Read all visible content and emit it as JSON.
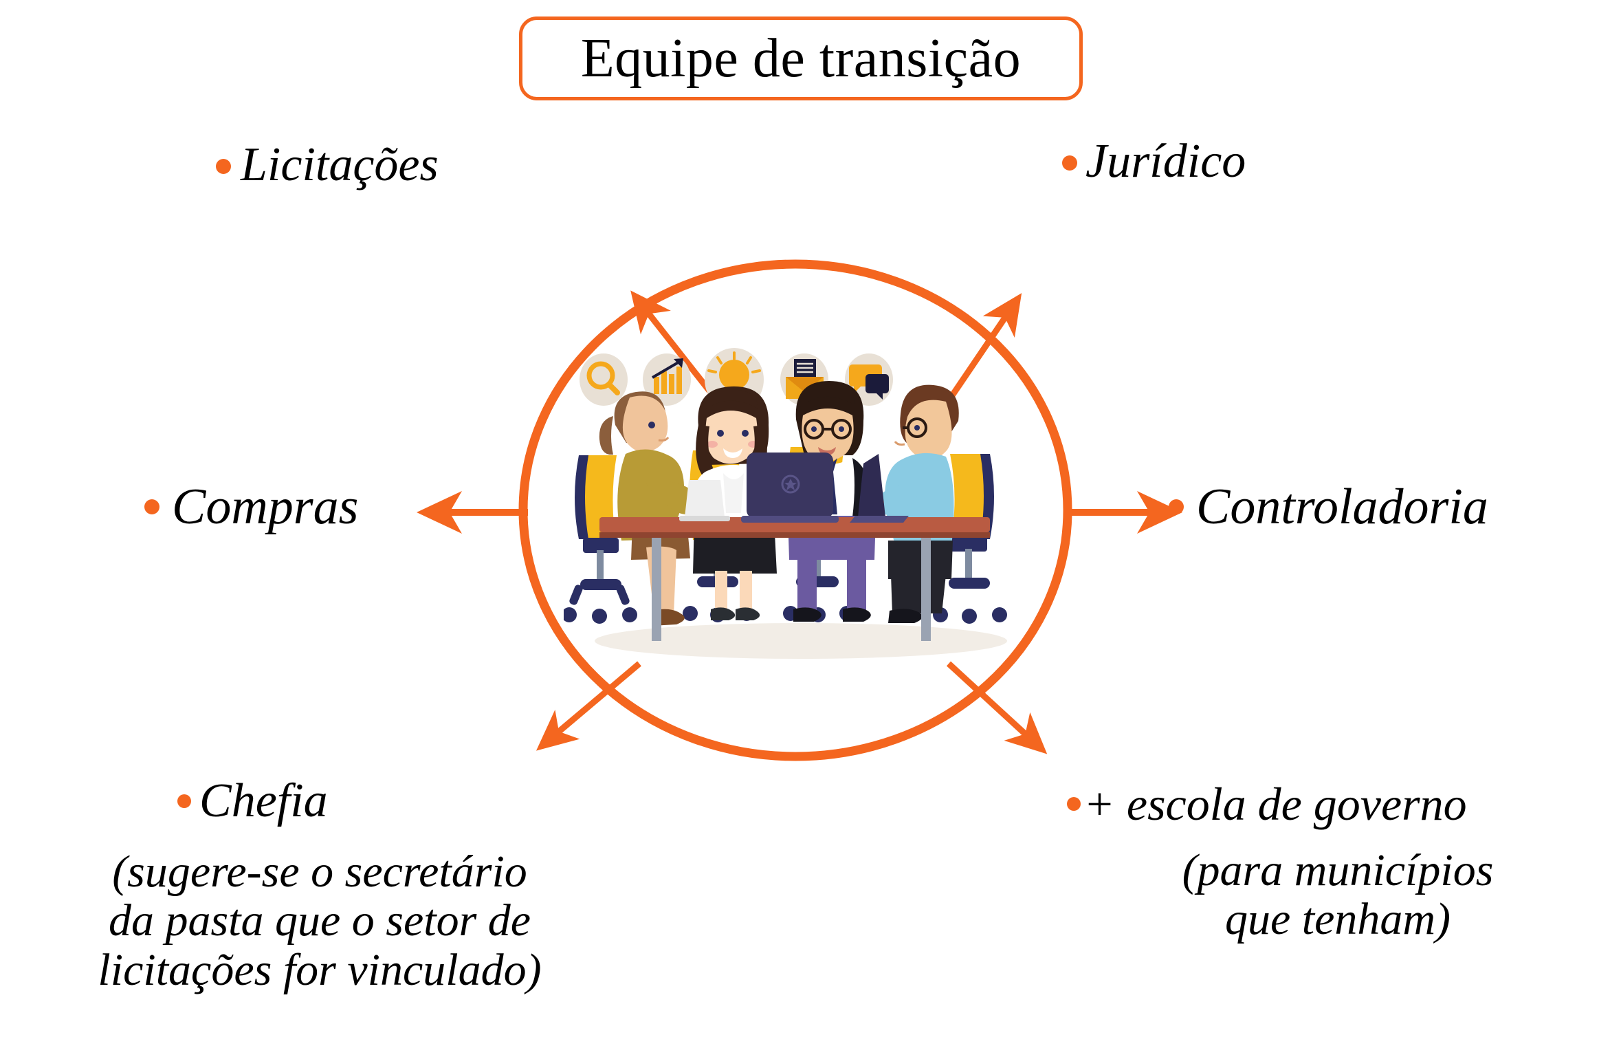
{
  "title": {
    "text": "Equipe de transição"
  },
  "colors": {
    "accent_orange": "#F4661F",
    "icon_circle_bg": "#E8E0D5",
    "icon_yellow": "#F5A81C",
    "icon_navy": "#1B1B3A",
    "text_black": "#000000",
    "background": "#FFFFFF"
  },
  "labels": {
    "top_left": {
      "text": "Licitações",
      "bullet": "orange-bullet"
    },
    "top_right": {
      "text": "Jurídico",
      "bullet": "orange-bullet"
    },
    "mid_left": {
      "text": "Compras",
      "bullet": "orange-bullet",
      "arrow": "arrow-left"
    },
    "mid_right": {
      "text": "Controladoria",
      "bullet": "orange-bullet",
      "arrow": "arrow-right"
    },
    "bottom_left": {
      "text": "Chefia",
      "bullet": "orange-bullet",
      "note_lines": [
        "(sugere-se o secretário",
        "da pasta que o setor de",
        "licitações for vinculado)"
      ]
    },
    "bottom_right": {
      "text": "+ escola de governo",
      "bullet": "orange-bullet",
      "note_lines": [
        "(para municípios",
        "que tenham)"
      ]
    }
  },
  "central_graphic": {
    "shape": "ellipse-outline",
    "stroke_color": "#F4661F",
    "stroke_width": 13,
    "arrows": [
      {
        "name": "arrow-top-left",
        "direction": "up-left"
      },
      {
        "name": "arrow-top-right",
        "direction": "up-right"
      },
      {
        "name": "arrow-mid-left",
        "direction": "left"
      },
      {
        "name": "arrow-mid-right",
        "direction": "right"
      },
      {
        "name": "arrow-bottom-left",
        "direction": "down-left"
      },
      {
        "name": "arrow-bottom-right",
        "direction": "down-right"
      }
    ],
    "icon_row": [
      {
        "name": "search-icon",
        "label": "magnifying glass"
      },
      {
        "name": "bar-chart-growth-icon",
        "label": "bar chart with up arrow"
      },
      {
        "name": "lightbulb-icon",
        "label": "light bulb"
      },
      {
        "name": "envelope-document-icon",
        "label": "envelope with document"
      },
      {
        "name": "chat-bubbles-icon",
        "label": "speech bubbles"
      }
    ],
    "illustration": {
      "name": "team-meeting-illustration",
      "description": "Four people seated at a table with laptops in office chairs",
      "people_count": 4
    }
  }
}
